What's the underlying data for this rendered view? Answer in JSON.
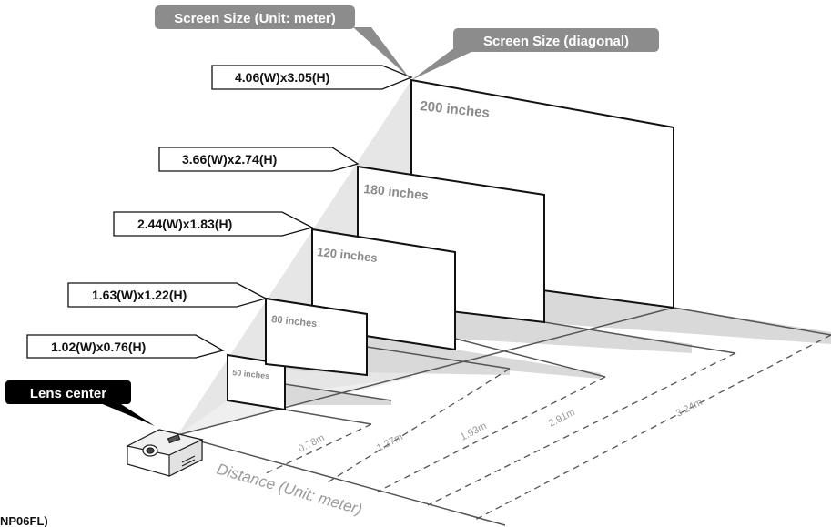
{
  "callouts": {
    "screen_size_unit": "Screen Size (Unit: meter)",
    "screen_size_diagonal": "Screen Size (diagonal)",
    "lens_center": "Lens center"
  },
  "screens": [
    {
      "size_label": "50 inches",
      "dims": "1.02(W)x0.76(H)",
      "distance": "0.78m"
    },
    {
      "size_label": "80 inches",
      "dims": "1.63(W)x1.22(H)",
      "distance": "1.27m"
    },
    {
      "size_label": "120 inches",
      "dims": "2.44(W)x1.83(H)",
      "distance": "1.93m"
    },
    {
      "size_label": "180 inches",
      "dims": "3.66(W)x2.74(H)",
      "distance": "2.91m"
    },
    {
      "size_label": "200 inches",
      "dims": "4.06(W)x3.05(H)",
      "distance": "3.24m"
    }
  ],
  "axis_label": "Distance (Unit: meter)",
  "footer_fragment": "NP06FL)",
  "colors": {
    "callout_gray": "#8c8c8c",
    "lens_black": "#000000",
    "beam_gray": "#e4e4e4",
    "floor_gray": "#d6d6d6",
    "label_gray": "#8a8a8a"
  }
}
